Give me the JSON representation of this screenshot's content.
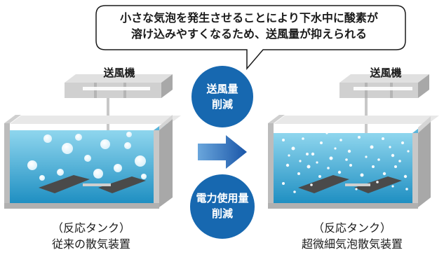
{
  "speech_bubble": {
    "line1": "小さな気泡を発生させることにより下水中に酸素が",
    "line2": "溶け込みやすくなるため、送風量が抑えられる"
  },
  "badges": {
    "air_reduction": {
      "line1": "送風量",
      "line2": "削減"
    },
    "power_reduction": {
      "line1": "電力使用量",
      "line2": "削減"
    }
  },
  "left_system": {
    "blower_label": "送風機",
    "caption_line1": "（反応タンク）",
    "caption_line2": "従来の散気装置"
  },
  "right_system": {
    "blower_label": "送風機",
    "caption_line1": "（反応タンク）",
    "caption_line2": "超微細気泡散気装置"
  },
  "colors": {
    "badge_blue": "#1768b0",
    "water_light": "#6fc8e6",
    "water_dark": "#1f93c6",
    "tank_gray": "#bcbcbc",
    "arrow_blue": "#1a56a8"
  }
}
